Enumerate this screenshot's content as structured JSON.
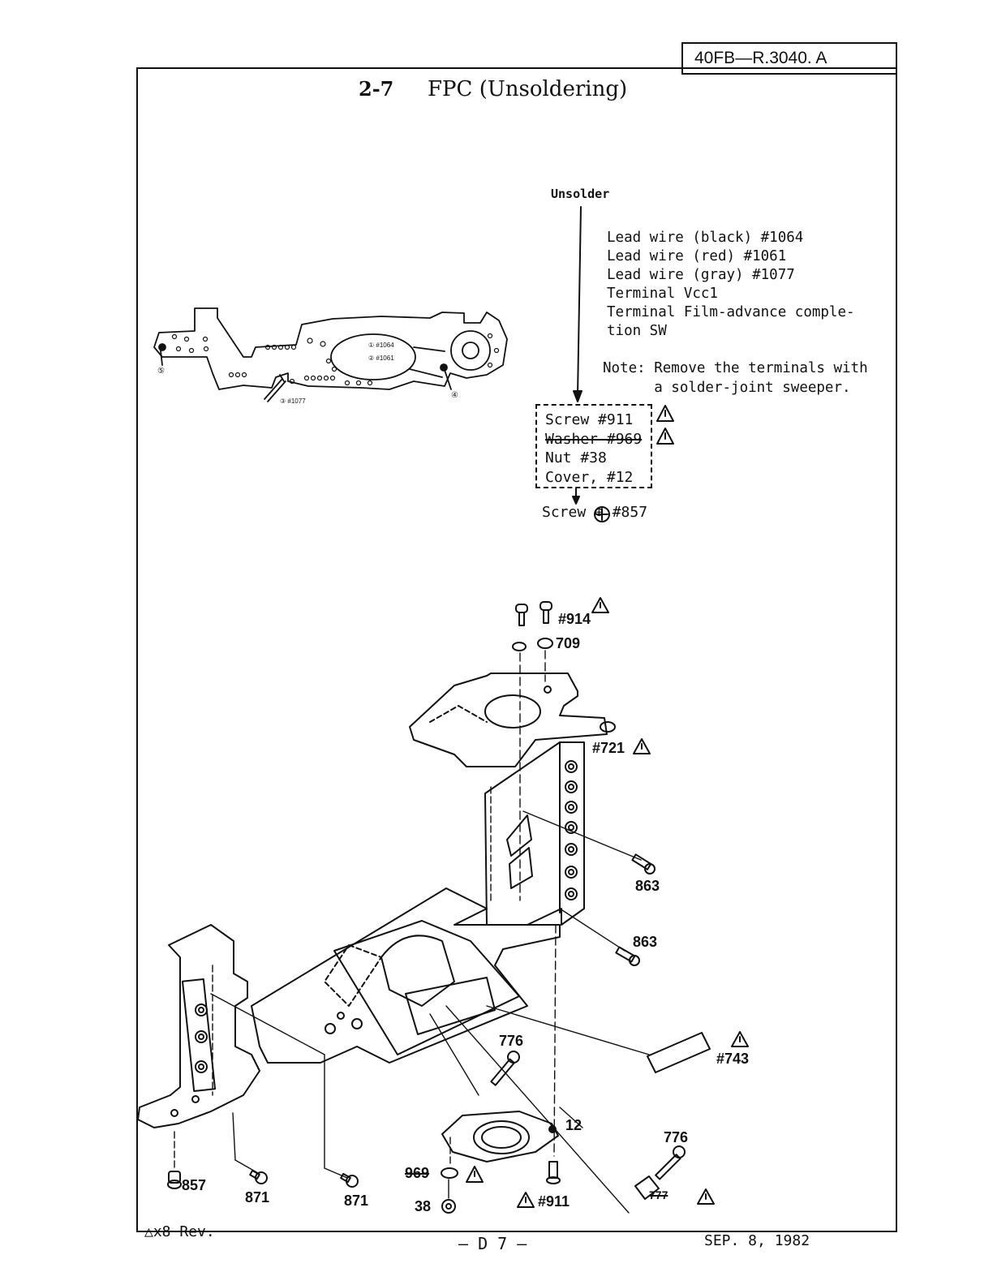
{
  "header": {
    "document_number": "40FB—R.3040. A"
  },
  "section": {
    "number": "2-7",
    "title": "FPC (Unsoldering)"
  },
  "unsolder": {
    "label": "Unsolder",
    "leads": [
      "Lead wire (black) #1064",
      "Lead wire (red) #1061",
      "Lead wire (gray) #1077",
      "Terminal Vcc1",
      "Terminal Film-advance comple-",
      "tion SW"
    ],
    "note_prefix": "Note:",
    "note_line1": "Remove the terminals with",
    "note_line2": "a solder-joint sweeper."
  },
  "fpc_labels": {
    "wire1": "① #1064",
    "wire2": "② #1061",
    "wire3": "③ #1077",
    "point4": "④",
    "point5": "⑤"
  },
  "box": {
    "items": [
      {
        "text": "Screw #911",
        "struck": false
      },
      {
        "text": "Washer #969",
        "struck": true
      },
      {
        "text": "Nut #38",
        "struck": false
      },
      {
        "text": "Cover, #12",
        "struck": false
      }
    ]
  },
  "after_box": "Screw ⊕ #857",
  "parts": {
    "p914": "#914",
    "p709": "709",
    "p721": "#721",
    "p863a": "863",
    "p863b": "863",
    "p743": "#743",
    "p776a": "776",
    "p776b": "776",
    "p12": "12",
    "p857": "857",
    "p871a": "871",
    "p871b": "871",
    "p969": "969",
    "p38": "38",
    "p911": "#911",
    "p777": "777"
  },
  "footer": {
    "revision": "x8 Rev.",
    "page": "— D 7 —",
    "date": "SEP. 8, 1982"
  }
}
